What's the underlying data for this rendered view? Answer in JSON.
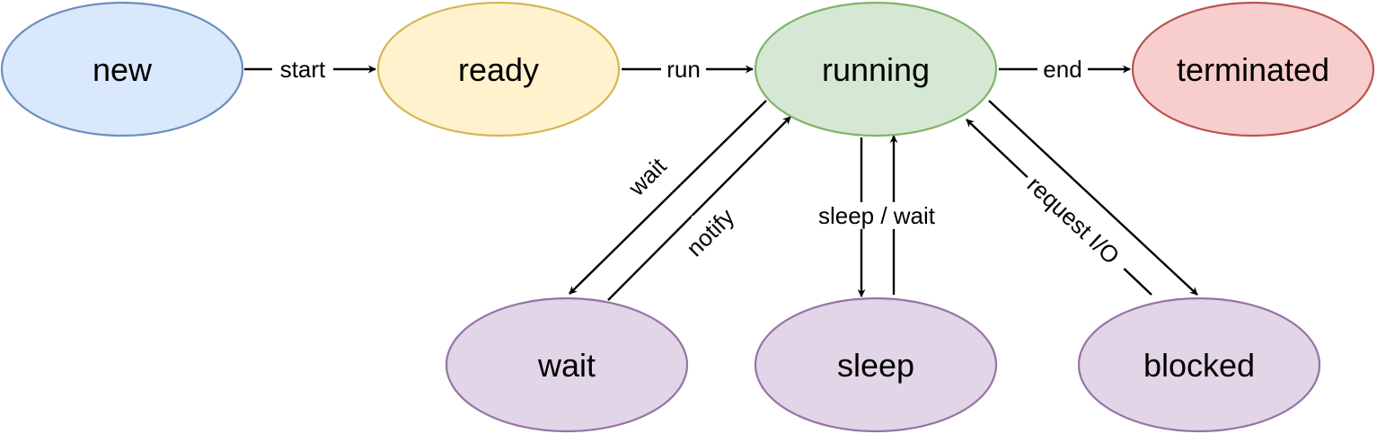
{
  "nodes": {
    "new": {
      "label": "new",
      "fill": "#dae8fc",
      "stroke": "#6c8ebf"
    },
    "ready": {
      "label": "ready",
      "fill": "#fff2cc",
      "stroke": "#d6b656"
    },
    "running": {
      "label": "running",
      "fill": "#d5e8d4",
      "stroke": "#82b366"
    },
    "terminated": {
      "label": "terminated",
      "fill": "#f8cecc",
      "stroke": "#b85450"
    },
    "wait": {
      "label": "wait",
      "fill": "#e1d5e7",
      "stroke": "#9673a6"
    },
    "sleep": {
      "label": "sleep",
      "fill": "#e1d5e7",
      "stroke": "#9673a6"
    },
    "blocked": {
      "label": "blocked",
      "fill": "#e1d5e7",
      "stroke": "#9673a6"
    }
  },
  "edges": {
    "start": "start",
    "run": "run",
    "end": "end",
    "wait": "wait",
    "notify": "notify",
    "sleep_wait": "sleep / wait",
    "request_io": "request I/O"
  }
}
